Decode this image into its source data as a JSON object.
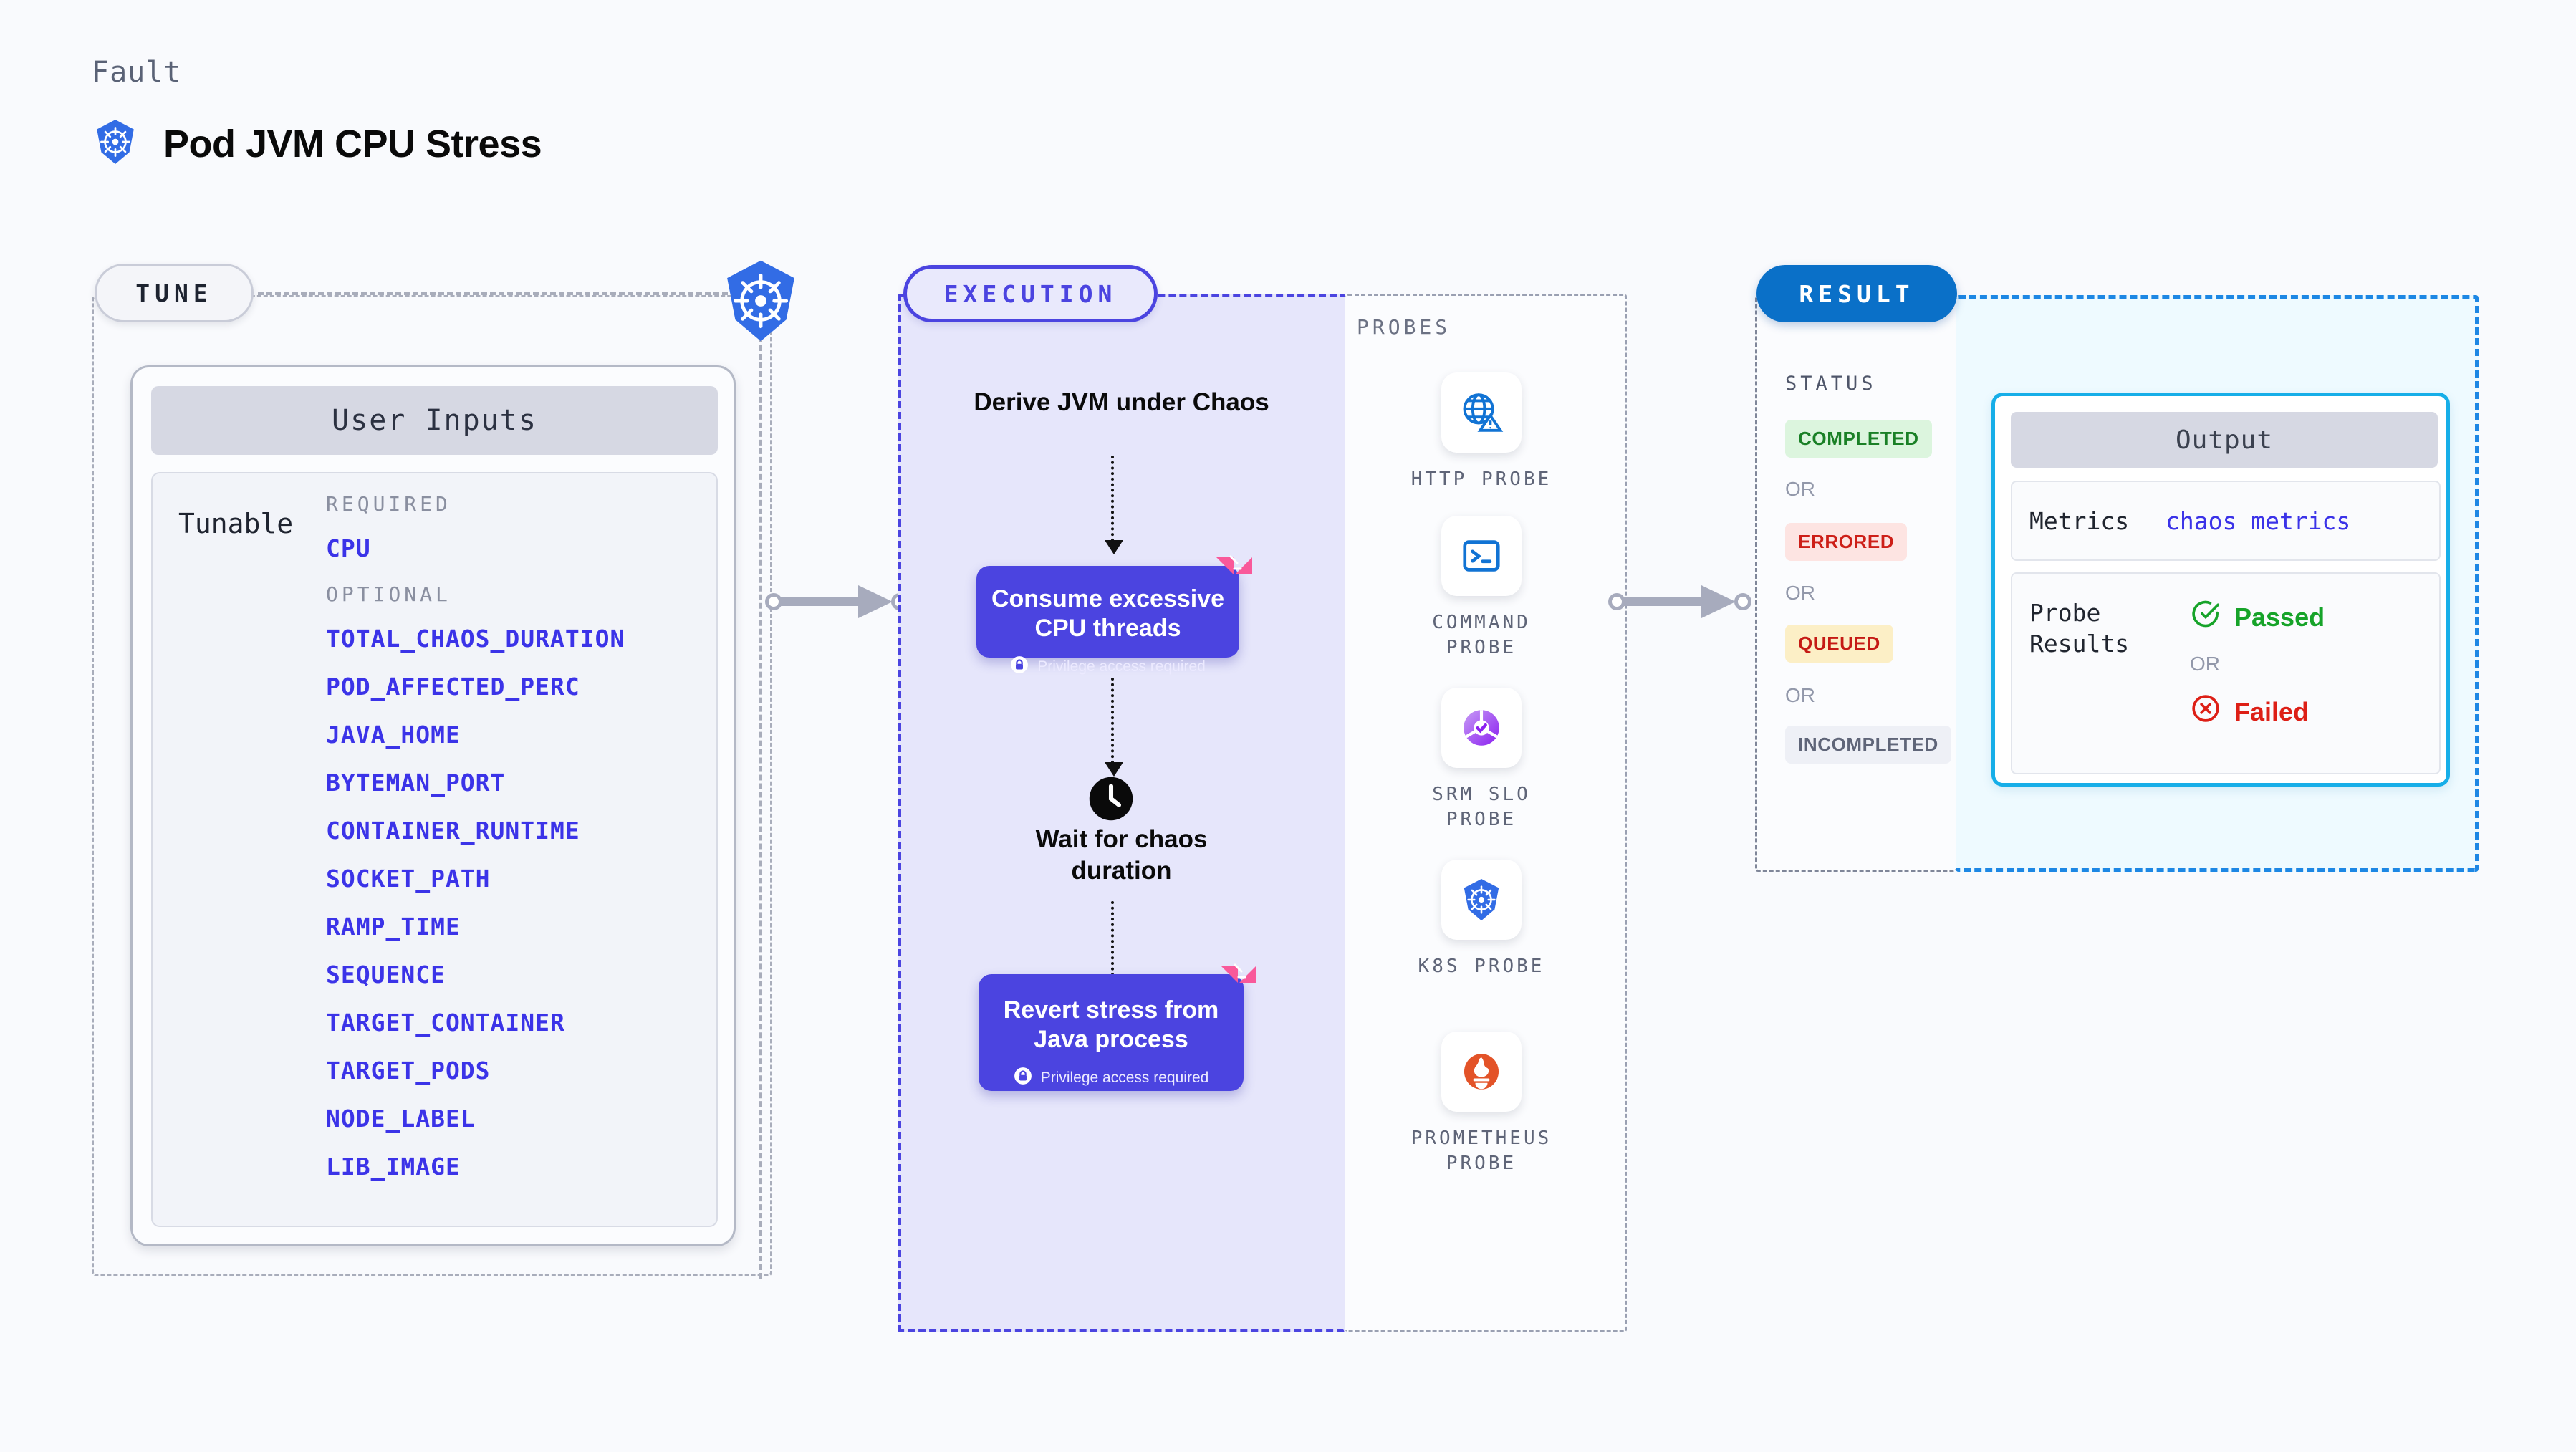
{
  "header": {
    "eyebrow": "Fault",
    "title": "Pod JVM CPU Stress",
    "icon": "kubernetes-icon"
  },
  "tune": {
    "badge": "TUNE",
    "icon": "kubernetes-icon",
    "card_title": "User Inputs",
    "tunable_label": "Tunable",
    "required_label": "REQUIRED",
    "optional_label": "OPTIONAL",
    "required_params": [
      "CPU"
    ],
    "optional_params": [
      "TOTAL_CHAOS_DURATION",
      "POD_AFFECTED_PERC",
      "JAVA_HOME",
      "BYTEMAN_PORT",
      "CONTAINER_RUNTIME",
      "SOCKET_PATH",
      "RAMP_TIME",
      "SEQUENCE",
      "TARGET_CONTAINER",
      "TARGET_PODS",
      "NODE_LABEL",
      "LIB_IMAGE"
    ]
  },
  "execution": {
    "badge": "EXECUTION",
    "steps": [
      {
        "type": "text",
        "label": "Derive JVM under Chaos"
      },
      {
        "type": "card",
        "label": "Consume excessive CPU threads",
        "privilege": "Privilege access required",
        "icon": "lock-icon",
        "ribbon": "ribbon-badge"
      },
      {
        "type": "text",
        "label": "Wait for chaos duration",
        "icon": "clock-icon"
      },
      {
        "type": "card",
        "label": "Revert stress from Java process",
        "privilege": "Privilege access required",
        "icon": "lock-icon",
        "ribbon": "ribbon-badge"
      }
    ]
  },
  "probes": {
    "label": "PROBES",
    "items": [
      {
        "label": "HTTP PROBE",
        "icon": "globe-warning-icon"
      },
      {
        "label": "COMMAND PROBE",
        "icon": "terminal-icon"
      },
      {
        "label": "SRM SLO PROBE",
        "icon": "gauge-check-icon"
      },
      {
        "label": "K8S PROBE",
        "icon": "kubernetes-icon"
      },
      {
        "label": "PROMETHEUS PROBE",
        "icon": "prometheus-flame-icon"
      }
    ]
  },
  "result": {
    "badge": "RESULT",
    "status_label": "STATUS",
    "or_label": "OR",
    "statuses": [
      {
        "label": "COMPLETED",
        "bg": "#dcf5de",
        "fg": "#1a8026"
      },
      {
        "label": "ERRORED",
        "bg": "#fde4e2",
        "fg": "#cd1f18"
      },
      {
        "label": "QUEUED",
        "bg": "#fcefc6",
        "fg": "#c51a14"
      },
      {
        "label": "INCOMPLETED",
        "bg": "#eef0f6",
        "fg": "#5f6578"
      }
    ],
    "output": {
      "title": "Output",
      "metrics_label": "Metrics",
      "metrics_value": "chaos metrics",
      "probe_results_label": "Probe Results",
      "passed_label": "Passed",
      "failed_label": "Failed",
      "or_label": "OR"
    }
  },
  "colors": {
    "background": "#f9fafd",
    "indigo": "#4b44e0",
    "param_blue": "#3b33e8",
    "result_blue": "#0a70c8",
    "cyan": "#16aee8",
    "k8s_blue": "#326ce5",
    "pink": "#f9599a",
    "green": "#16a329",
    "red": "#dd1f16"
  }
}
